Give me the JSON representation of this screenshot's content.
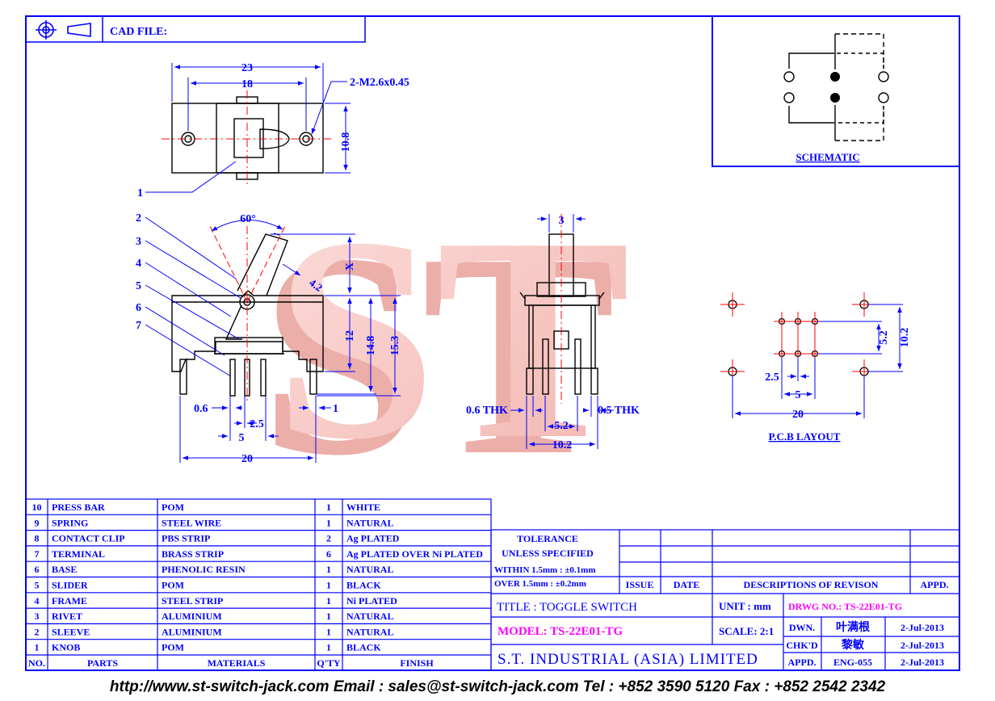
{
  "header": {
    "cad_file_label": "CAD FILE:"
  },
  "schematic": {
    "label": "SCHEMATIC"
  },
  "pcb": {
    "label": "P.C.B LAYOUT",
    "dims": [
      "5.2",
      "10.2",
      "2.5",
      "5",
      "20"
    ]
  },
  "watermark": {
    "text": "ST"
  },
  "top_view": {
    "dims": [
      "23",
      "18",
      "10.8"
    ],
    "note": "2-M2.6x0.45",
    "part_label": "1"
  },
  "side_view": {
    "angle": "60°",
    "dims": [
      "X",
      "4.2",
      "12",
      "14.8",
      "15.3",
      "0.6",
      "1",
      "2.5",
      "5",
      "20"
    ],
    "part_labels": [
      "2",
      "3",
      "4",
      "5",
      "6",
      "7"
    ]
  },
  "front_view": {
    "dims": [
      "3",
      "0.6 THK",
      "0.5 THK",
      "5.2",
      "10.2"
    ]
  },
  "bom": {
    "header": [
      "NO.",
      "PARTS",
      "MATERIALS",
      "Q'TY",
      "FINISH"
    ],
    "rows": [
      [
        "10",
        "PRESS BAR",
        "POM",
        "1",
        "WHITE"
      ],
      [
        "9",
        "SPRING",
        "STEEL WIRE",
        "1",
        "NATURAL"
      ],
      [
        "8",
        "CONTACT CLIP",
        "PBS STRIP",
        "2",
        "Ag PLATED"
      ],
      [
        "7",
        "TERMINAL",
        "BRASS STRIP",
        "6",
        "Ag PLATED OVER Ni PLATED"
      ],
      [
        "6",
        "BASE",
        "PHENOLIC RESIN",
        "1",
        "NATURAL"
      ],
      [
        "5",
        "SLIDER",
        "POM",
        "1",
        "BLACK"
      ],
      [
        "4",
        "FRAME",
        "STEEL STRIP",
        "1",
        "Ni PLATED"
      ],
      [
        "3",
        "RIVET",
        "ALUMINIUM",
        "1",
        "NATURAL"
      ],
      [
        "2",
        "SLEEVE",
        "ALUMINIUM",
        "1",
        "NATURAL"
      ],
      [
        "1",
        "KNOB",
        "POM",
        "1",
        "BLACK"
      ]
    ]
  },
  "title_block": {
    "tolerance_title": "TOLERANCE",
    "tolerance_sub": "UNLESS   SPECIFIED",
    "tol_within": "WITHIN  1.5mm : ±0.1mm",
    "tol_over": "OVER    1.5mm : ±0.2mm",
    "issue": "ISSUE",
    "date": "DATE",
    "descriptions": "DESCRIPTIONS  OF  REVISON",
    "appd": "APPD.",
    "title": "TITLE : TOGGLE SWITCH",
    "unit": "UNIT :   mm",
    "drwg_no": "DRWG NO.: TS-22E01-TG",
    "model": "MODEL: TS-22E01-TG",
    "scale": "SCALE:  2:1",
    "company": "S.T.  INDUSTRIAL  (ASIA)  LIMITED",
    "dwn_label": "DWN.",
    "dwn_name": "叶满根",
    "dwn_date": "2-Jul-2013",
    "chkd_label": "CHK'D",
    "chkd_name": "黎敏",
    "chkd_date": "2-Jul-2013",
    "appd_label": "APPD.",
    "appd_name": "ENG-055",
    "appd_date": "2-Jul-2013"
  },
  "footer": {
    "text": "http://www.st-switch-jack.com  Email : sales@st-switch-jack.com  Tel : +852 3590 5120  Fax : +852 2542 2342"
  },
  "colors": {
    "line": "#0000ff",
    "center": "#ff0000",
    "accent": "#ff00ff",
    "watermark": "#f7c4c0"
  }
}
